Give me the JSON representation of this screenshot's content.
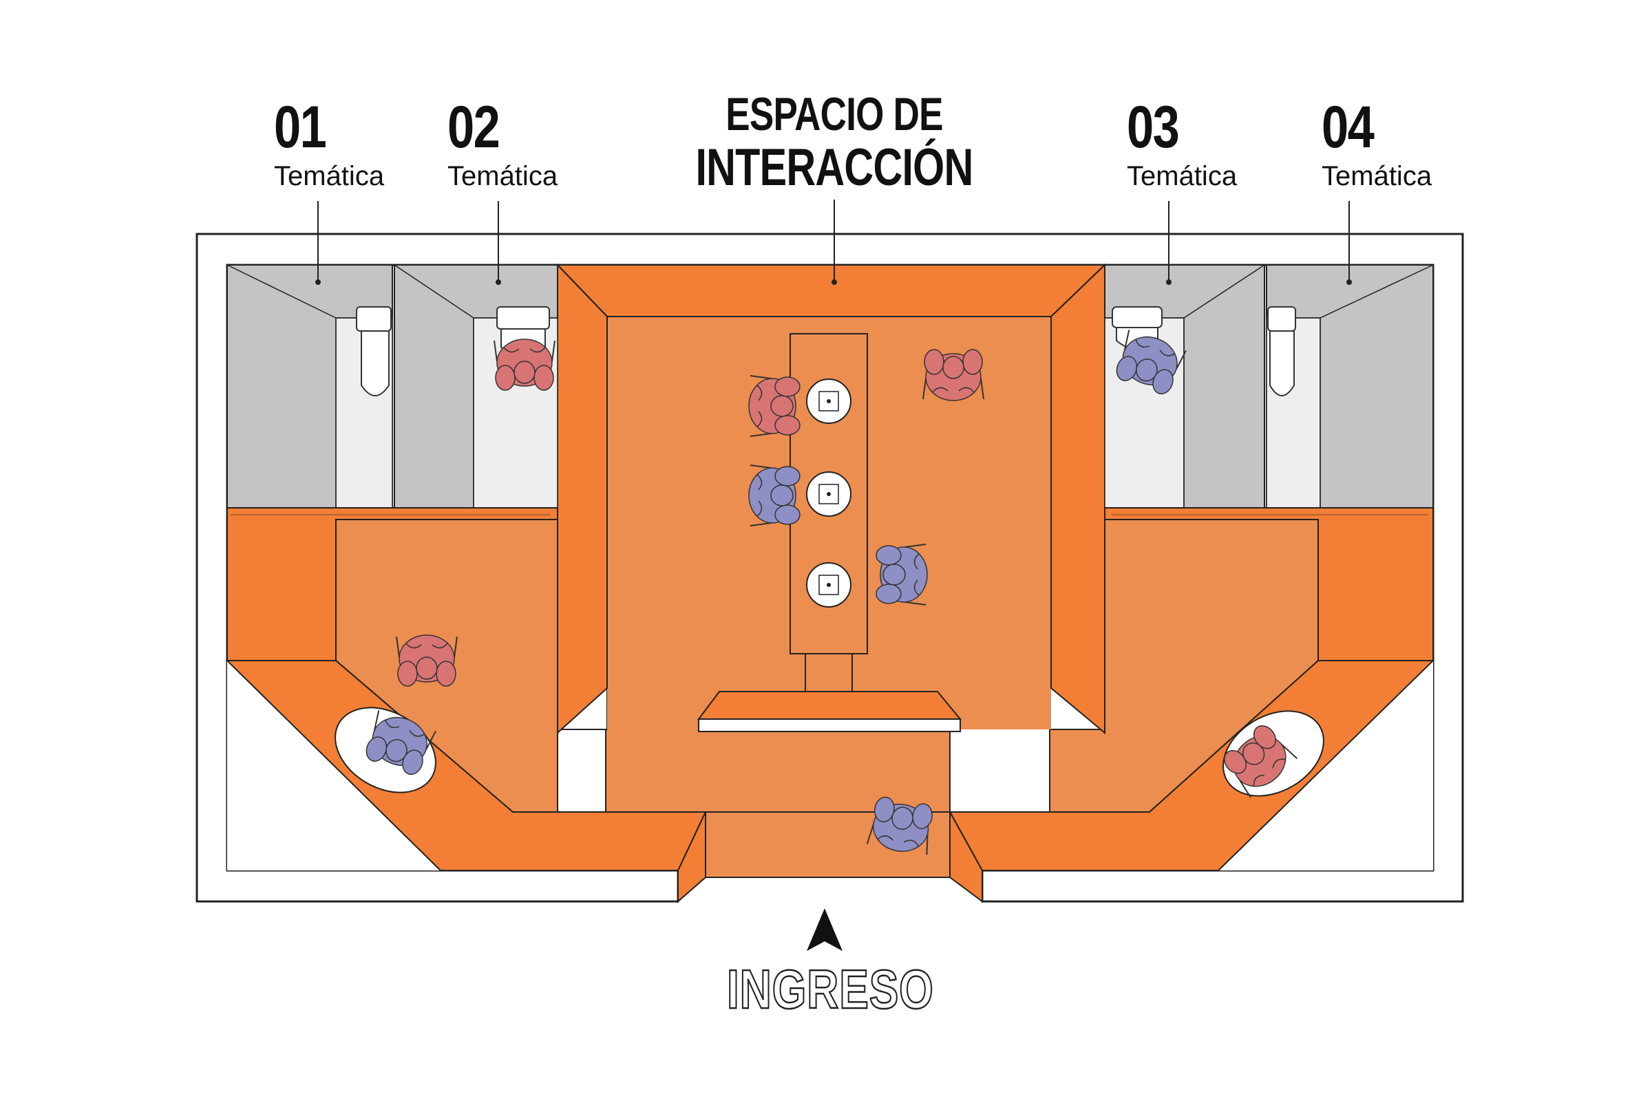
{
  "labels": {
    "room_01": {
      "number": "01",
      "subtitle": "Temática"
    },
    "room_02": {
      "number": "02",
      "subtitle": "Temática"
    },
    "room_03": {
      "number": "03",
      "subtitle": "Temática"
    },
    "room_04": {
      "number": "04",
      "subtitle": "Temática"
    },
    "center": {
      "line1": "ESPACIO DE",
      "line2": "INTERACCIÓN"
    },
    "entrance": "INGRESO"
  },
  "colors": {
    "orange_wall": "#f27f35",
    "orange_floor": "#ec8e50",
    "grey_wall": "#c4c4c4",
    "light_floor": "#eeeeee",
    "person_red": "#d97474",
    "person_blue": "#8e8fc4",
    "outline": "#222222"
  },
  "icons": {
    "entrance_arrow": "arrow-up-icon",
    "toilet": "toilet-icon",
    "urinal": "urinal-icon",
    "sink": "sink-icon",
    "person": "person-topview-icon"
  }
}
